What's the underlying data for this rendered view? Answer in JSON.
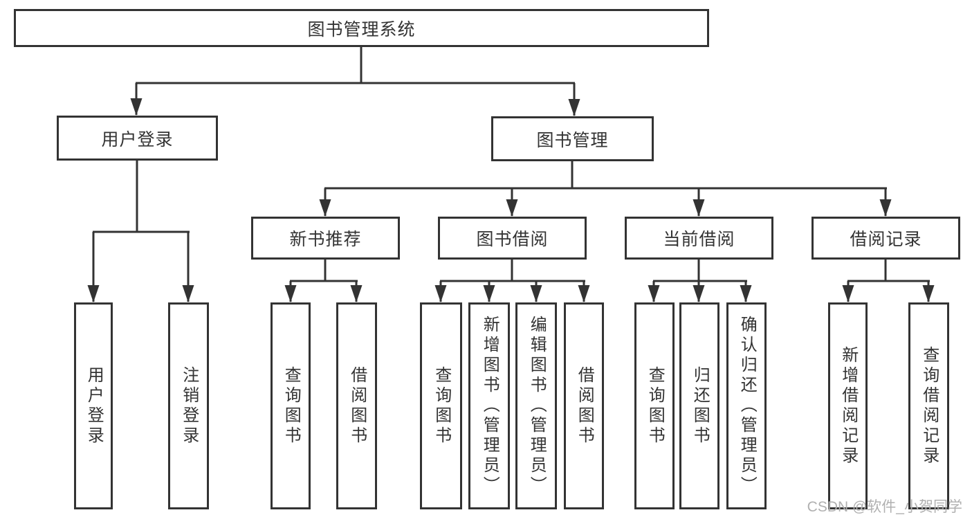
{
  "diagram": {
    "root": {
      "label": "图书管理系统"
    },
    "branches": [
      {
        "label": "用户登录",
        "leaves": [
          {
            "label": "用户登录"
          },
          {
            "label": "注销登录"
          }
        ]
      },
      {
        "label": "图书管理",
        "groups": [
          {
            "label": "新书推荐",
            "leaves": [
              {
                "label": "查询图书"
              },
              {
                "label": "借阅图书"
              }
            ]
          },
          {
            "label": "图书借阅",
            "leaves": [
              {
                "label": "查询图书"
              },
              {
                "label": "新增图书（管理员）"
              },
              {
                "label": "编辑图书（管理员）"
              },
              {
                "label": "借阅图书"
              }
            ]
          },
          {
            "label": "当前借阅",
            "leaves": [
              {
                "label": "查询图书"
              },
              {
                "label": "归还图书"
              },
              {
                "label": "确认归还（管理员）"
              }
            ]
          },
          {
            "label": "借阅记录",
            "leaves": [
              {
                "label": "新增借阅记录"
              },
              {
                "label": "查询借阅记录"
              }
            ]
          }
        ]
      }
    ]
  },
  "watermark": {
    "text": "CSDN @软件_小贺同学"
  },
  "colors": {
    "line": "#333333",
    "text": "#333333",
    "background": "#ffffff",
    "watermark": "#b0b0b0"
  }
}
